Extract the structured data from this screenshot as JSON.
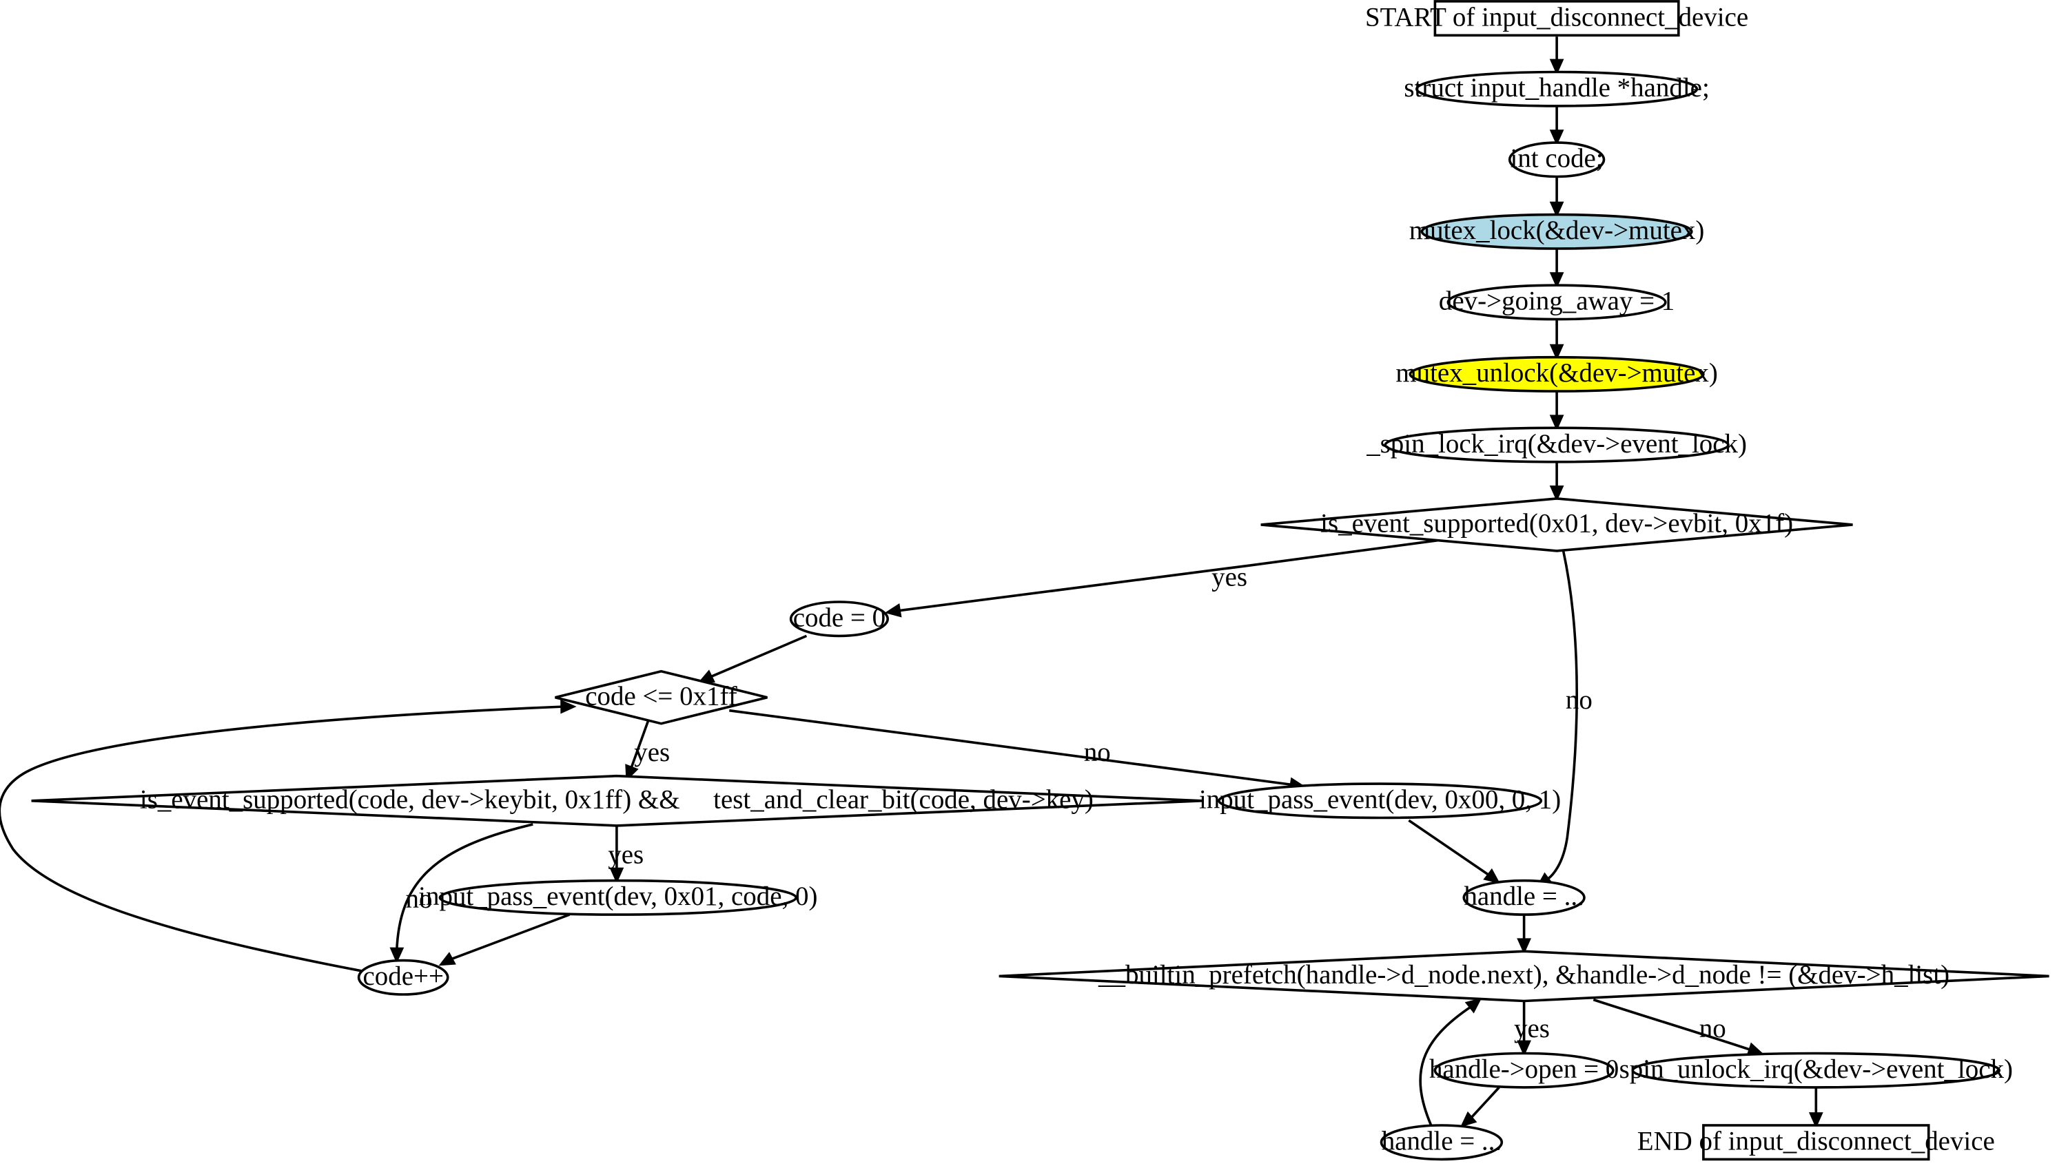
{
  "colors": {
    "background": "#ffffff",
    "stroke": "#000000",
    "default_fill": "#ffffff",
    "lock_fill": "#add8e6",
    "unlock_fill": "#ffff00"
  },
  "nodes": {
    "start": "START of input_disconnect_device",
    "decl_handle": "struct input_handle *handle;",
    "decl_code": "int code;",
    "mutex_lock": "mutex_lock(&dev->mutex)",
    "going_away": "dev->going_away = 1",
    "mutex_unlock": "mutex_unlock(&dev->mutex)",
    "spin_lock": "_spin_lock_irq(&dev->event_lock)",
    "cond_evbit": "is_event_supported(0x01, dev->evbit, 0x1f)",
    "code_init": "code = 0",
    "cond_code": "code <= 0x1ff",
    "cond_keybit": "is_event_supported(code, dev->keybit, 0x1ff) &&     test_and_clear_bit(code, dev->key)",
    "pass_key": "input_pass_event(dev, 0x01, code, 0)",
    "code_inc": "code++",
    "pass_syn": "input_pass_event(dev, 0x00, 0, 1)",
    "handle_init": "handle = ...",
    "cond_prefetch": "__builtin_prefetch(handle->d_node.next), &handle->d_node != (&dev->h_list)",
    "handle_open": "handle->open = 0",
    "handle_next": "handle = ...",
    "spin_unlock": "spin_unlock_irq(&dev->event_lock)",
    "end": "END of input_disconnect_device"
  },
  "edge_labels": {
    "evbit_yes": "yes",
    "evbit_no": "no",
    "code_yes": "yes",
    "code_no": "no",
    "keybit_yes": "yes",
    "keybit_no": "no",
    "prefetch_yes": "yes",
    "prefetch_no": "no"
  }
}
